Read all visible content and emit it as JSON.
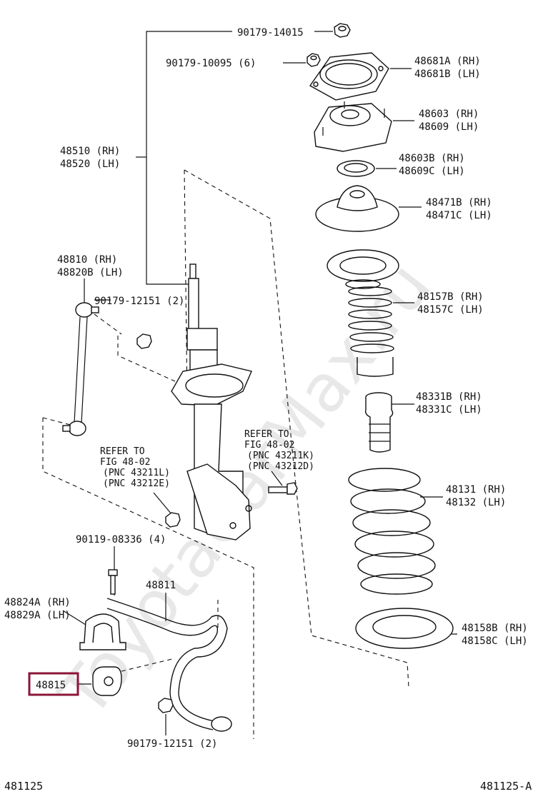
{
  "watermark": "ToyotaCarMax.ru",
  "highlight_color": "#8b1538",
  "parts": [
    {
      "id": "p1",
      "lines": [
        "90179-14015"
      ]
    },
    {
      "id": "p2",
      "lines": [
        "90179-10095 (6)"
      ]
    },
    {
      "id": "p3",
      "lines": [
        "48681A (RH)",
        "48681B (LH)"
      ]
    },
    {
      "id": "p4",
      "lines": [
        "48603 (RH)",
        "48609 (LH)"
      ]
    },
    {
      "id": "p5",
      "lines": [
        "48603B (RH)",
        "48609C (LH)"
      ]
    },
    {
      "id": "p6",
      "lines": [
        "48471B (RH)",
        "48471C (LH)"
      ]
    },
    {
      "id": "p7",
      "lines": [
        "48510 (RH)",
        "48520 (LH)"
      ]
    },
    {
      "id": "p8",
      "lines": [
        "48810  (RH)",
        "48820B (LH)"
      ]
    },
    {
      "id": "p9",
      "lines": [
        "90179-12151 (2)"
      ]
    },
    {
      "id": "p10",
      "lines": [
        "48157B (RH)",
        "48157C (LH)"
      ]
    },
    {
      "id": "p11",
      "lines": [
        "48331B (RH)",
        "48331C (LH)"
      ]
    },
    {
      "id": "p12",
      "lines": [
        "REFER TO",
        "FIG 48-02",
        "(PNC 43211K)",
        "(PNC 43212D)"
      ]
    },
    {
      "id": "p13",
      "lines": [
        "REFER TO",
        "FIG 48-02",
        "(PNC 43211L)",
        "(PNC 43212E)"
      ]
    },
    {
      "id": "p14",
      "lines": [
        "48131 (RH)",
        "48132 (LH)"
      ]
    },
    {
      "id": "p15",
      "lines": [
        "90119-08336 (4)"
      ]
    },
    {
      "id": "p16",
      "lines": [
        "48811"
      ]
    },
    {
      "id": "p17",
      "lines": [
        "48824A (RH)",
        "48829A (LH)"
      ]
    },
    {
      "id": "p18",
      "lines": [
        "48815"
      ]
    },
    {
      "id": "p19",
      "lines": [
        "48158B (RH)",
        "48158C (LH)"
      ]
    },
    {
      "id": "p20",
      "lines": [
        "90179-12151 (2)"
      ]
    }
  ],
  "footer": {
    "left": "481125",
    "right": "481125-A"
  }
}
